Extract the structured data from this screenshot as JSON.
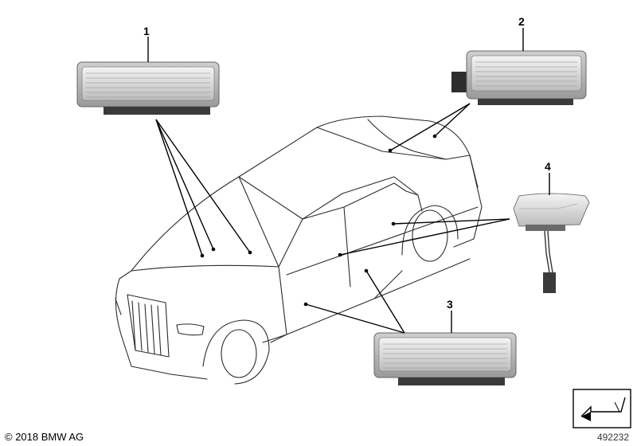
{
  "callouts": {
    "c1": "1",
    "c2": "2",
    "c3": "3",
    "c4": "4"
  },
  "footer": {
    "copyright": "© 2018 BMW AG",
    "image_number": "492232"
  },
  "icons": {
    "part_1": "light-module-icon",
    "part_2": "light-module-connector-icon",
    "part_3": "light-module-icon",
    "part_4": "courtesy-lamp-cable-icon",
    "vehicle": "car-outline-icon",
    "corner": "arrow-corner-icon"
  }
}
